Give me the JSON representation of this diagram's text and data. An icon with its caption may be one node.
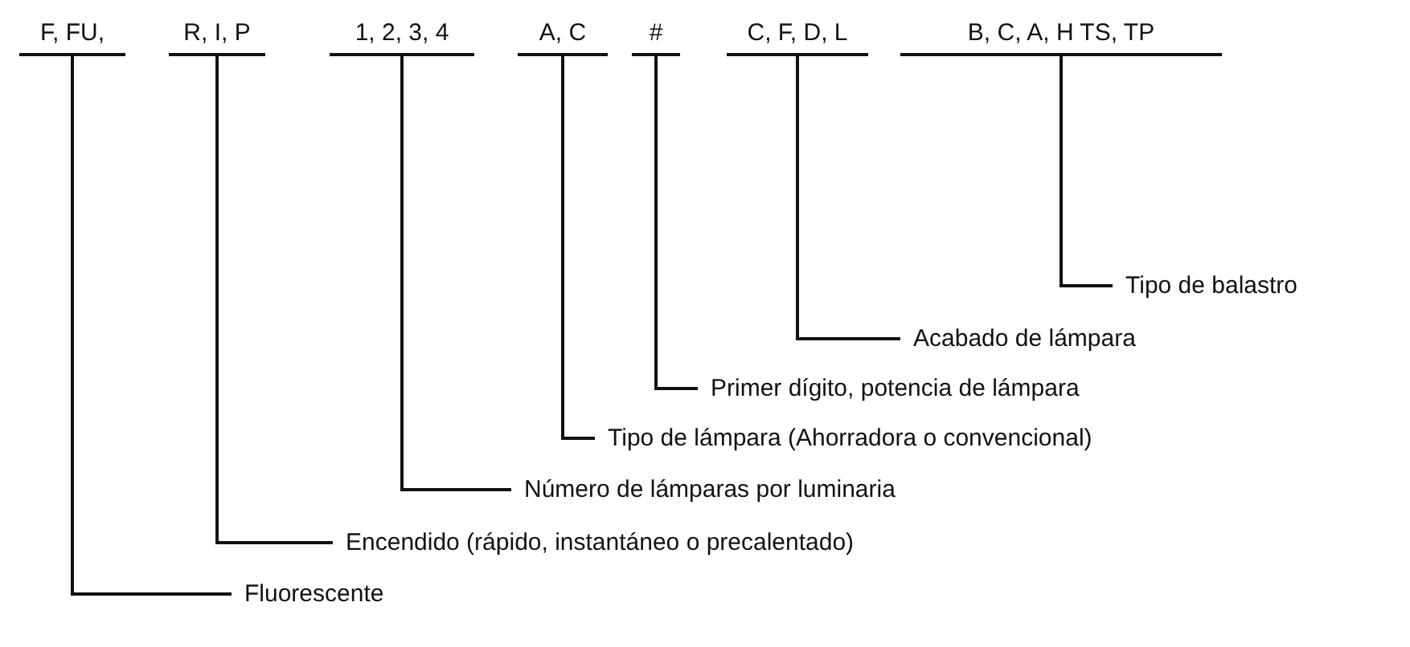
{
  "diagram": {
    "nodes": [
      {
        "text": [
          "F, FU,"
        ]
      },
      {
        "text": [
          "R, I, P"
        ]
      },
      {
        "text": [
          "1, 2, 3, 4"
        ]
      },
      {
        "text": [
          "A, C"
        ]
      },
      {
        "text": [
          "#"
        ]
      },
      {
        "text": [
          "C, F, D, L"
        ]
      },
      {
        "text": [
          "B, C, A, H TS, TP"
        ]
      },
      {
        "text": [
          "Tipo de balastro"
        ]
      },
      {
        "text": [
          "Acabado de lámpara"
        ]
      },
      {
        "text": [
          "Primer dígito, potencia de lámpara"
        ]
      },
      {
        "text": [
          "Tipo de lámpara (Ahorradora o convencional)"
        ]
      },
      {
        "text": [
          "Número de lámparas por luminaria"
        ]
      },
      {
        "text": [
          "Encendido (rápido, instantáneo o precalentado)"
        ]
      },
      {
        "text": [
          "Fluorescente"
        ]
      }
    ],
    "edges": [
      {
        "from": 6,
        "to": 7,
        "arrow": "none"
      },
      {
        "from": 5,
        "to": 8,
        "arrow": "none"
      },
      {
        "from": 4,
        "to": 9,
        "arrow": "none"
      },
      {
        "from": 3,
        "to": 10,
        "arrow": "none"
      },
      {
        "from": 2,
        "to": 11,
        "arrow": "none"
      },
      {
        "from": 1,
        "to": 12,
        "arrow": "none"
      },
      {
        "from": 0,
        "to": 13,
        "arrow": "none"
      }
    ]
  }
}
